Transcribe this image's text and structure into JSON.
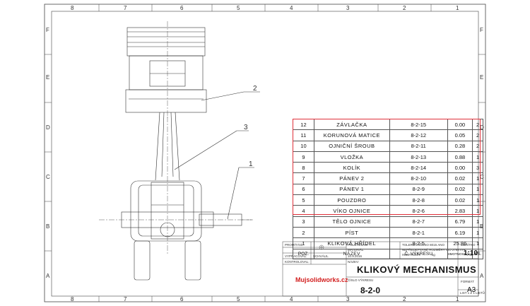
{
  "border": {
    "columns_top": [
      "8",
      "7",
      "6",
      "5",
      "4",
      "3",
      "2",
      "1"
    ],
    "columns_bottom": [
      "8",
      "7",
      "6",
      "5",
      "4",
      "3",
      "2",
      "1"
    ],
    "rows_left": [
      "F",
      "E",
      "D",
      "C",
      "B",
      "A"
    ],
    "rows_right": [
      "F",
      "E",
      "D",
      "C",
      "B",
      "A"
    ]
  },
  "balloons": [
    "2",
    "3",
    "1"
  ],
  "bom": {
    "rows": [
      {
        "pos": "12",
        "name": "ZÁVLAČKA",
        "code": "8-2-15",
        "mass": "0.00",
        "qty": "2"
      },
      {
        "pos": "11",
        "name": "KORUNOVÁ MATICE",
        "code": "8-2-12",
        "mass": "0.05",
        "qty": "2"
      },
      {
        "pos": "10",
        "name": "OJNIČNÍ ŠROUB",
        "code": "8-2-11",
        "mass": "0.28",
        "qty": "2"
      },
      {
        "pos": "9",
        "name": "VLOŽKA",
        "code": "8-2-13",
        "mass": "0.88",
        "qty": "1"
      },
      {
        "pos": "8",
        "name": "KOLÍK",
        "code": "8-2-14",
        "mass": "0.00",
        "qty": "3"
      },
      {
        "pos": "7",
        "name": "PÁNEV 2",
        "code": "8-2-10",
        "mass": "0.02",
        "qty": "1"
      },
      {
        "pos": "6",
        "name": "PÁNEV 1",
        "code": "8-2-9",
        "mass": "0.02",
        "qty": "1"
      },
      {
        "pos": "5",
        "name": "POUZDRO",
        "code": "8-2-8",
        "mass": "0.02",
        "qty": "1"
      },
      {
        "pos": "4",
        "name": "VÍKO OJNICE",
        "code": "8-2-6",
        "mass": "2.83",
        "qty": "1"
      },
      {
        "pos": "3",
        "name": "TĚLO OJNICE",
        "code": "8-2-7",
        "mass": "6.79",
        "qty": "1"
      },
      {
        "pos": "2",
        "name": "PÍST",
        "code": "8-2-1",
        "mass": "6.19",
        "qty": "1"
      },
      {
        "pos": "1",
        "name": "KLIKOVÁ HŘÍDEL",
        "code": "8-2-5",
        "mass": "25.86",
        "qty": "1"
      }
    ],
    "header": {
      "pos": "POZ.",
      "name": "NÁZEV",
      "code": "Č. VÝKRESU",
      "mass": "HMOTNOST (kg)",
      "qty": "KS."
    },
    "highlight_color": "#e0303a"
  },
  "title_block": {
    "promitani": "PROMÍTÁNÍ",
    "polotovar": "POLOTOVAR:",
    "material": "MATERIÁL:",
    "vypracoval": "VYPRACOVAL:",
    "schvalil": "SCHVÁLIL",
    "datum": "10.9.2016",
    "kontroloval": "KONTROLOVAL:",
    "nazev_label": "NÁZEV:",
    "tolerance": "TOLEROVÁNÍ  ISO 8015  ANO",
    "nepredepsane": "NEPŘEDEPSANÉ ROZMĚRY ISO 2768 m-K",
    "hmotnost_label": "HMOTNOST:",
    "hmotnost_unit": "kg",
    "meritko_label": "MĚŘÍTKO",
    "scale": "1:10",
    "title": "KLIKOVÝ MECHANISMUS",
    "cislo_label": "ČÍSLO VÝKRESU",
    "drawing_number": "8-2-0",
    "format_label": "FORMÁT",
    "format": "A3",
    "sheet": "LIST 1 Z 1 LISTŮ",
    "brand": "Mujsolidworks.cz"
  }
}
